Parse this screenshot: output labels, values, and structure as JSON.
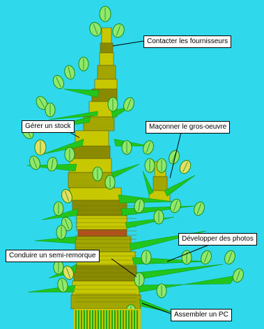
{
  "colors": {
    "sky": "#2fd8ea",
    "trunk_light": "#c8c800",
    "trunk_dark": "#8a8a00",
    "trunk_mid": "#a4a600",
    "branch": "#22c51c",
    "branch_dark": "#129a10",
    "leaf": "#8fe86a",
    "leaf_dark": "#1f8a18",
    "leaf_yellow": "#e4e060",
    "brick_brown": "#b4501e",
    "base_stripes": "#1fa81a",
    "callout_bg": "#ffffff",
    "callout_border": "#000000",
    "pointer_line": "#000000"
  },
  "callouts": [
    {
      "id": "contacter",
      "label": "Contacter les fournisseurs"
    },
    {
      "id": "gerer",
      "label": "Gérer un stock"
    },
    {
      "id": "maconner",
      "label": "Maçonner le gros-oeuvre"
    },
    {
      "id": "developper",
      "label": "Développer des photos"
    },
    {
      "id": "conduire",
      "label": "Conduire un semi-remorque"
    },
    {
      "id": "assembler",
      "label": "Assembler un PC"
    }
  ]
}
